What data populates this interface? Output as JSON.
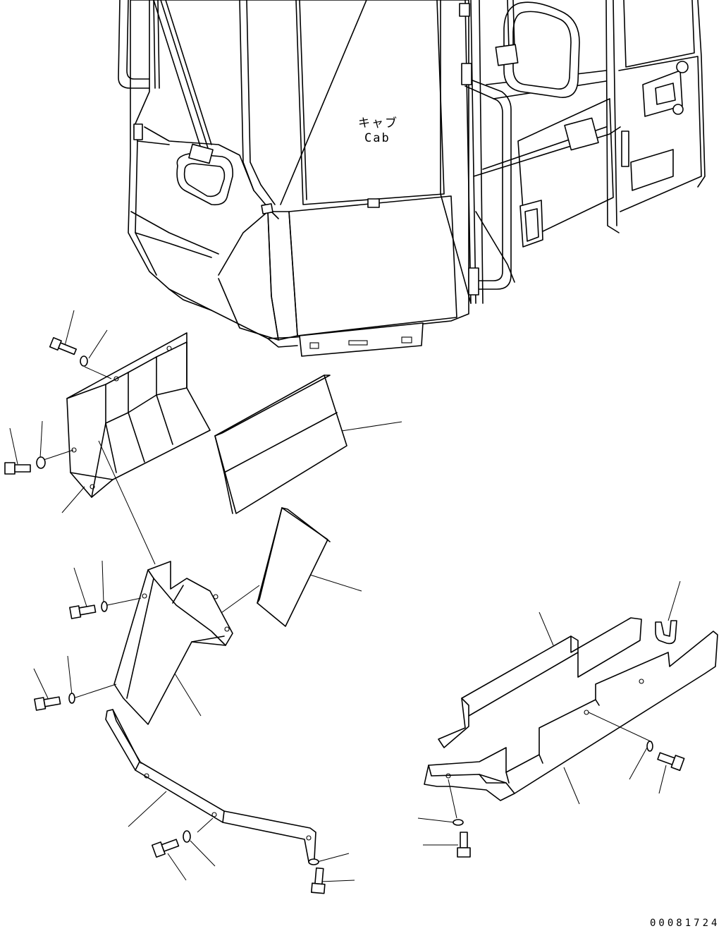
{
  "callout_labels": {
    "cab_jp": "キャブ",
    "cab_en": "Cab"
  },
  "drawing_number": "00081724"
}
